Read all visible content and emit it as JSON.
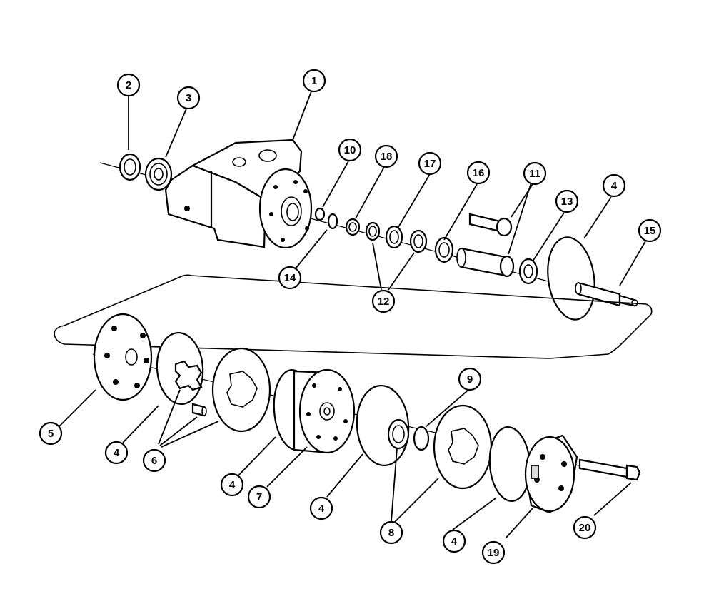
{
  "diagram": {
    "type": "exploded-parts-view",
    "line_color": "#000000",
    "background_color": "#ffffff",
    "callouts": [
      {
        "id": "c1",
        "label": "1",
        "part": "housing"
      },
      {
        "id": "c2",
        "label": "2",
        "part": "seal"
      },
      {
        "id": "c3",
        "label": "3",
        "part": "bearing"
      },
      {
        "id": "c10",
        "label": "10",
        "part": "ring"
      },
      {
        "id": "c18",
        "label": "18",
        "part": "washer"
      },
      {
        "id": "c17",
        "label": "17",
        "part": "thrust-bearing"
      },
      {
        "id": "c16",
        "label": "16",
        "part": "bearing"
      },
      {
        "id": "c11",
        "label": "11",
        "part": "pin-and-spacer"
      },
      {
        "id": "c13",
        "label": "13",
        "part": "bearing"
      },
      {
        "id": "c4a",
        "label": "4",
        "part": "o-ring"
      },
      {
        "id": "c15",
        "label": "15",
        "part": "shaft"
      },
      {
        "id": "c14",
        "label": "14",
        "part": "retaining-ring"
      },
      {
        "id": "c12",
        "label": "12",
        "part": "thrust-washers"
      },
      {
        "id": "c5",
        "label": "5",
        "part": "wear-plate"
      },
      {
        "id": "c4b",
        "label": "4",
        "part": "o-ring"
      },
      {
        "id": "c6",
        "label": "6",
        "part": "drive-and-rotor"
      },
      {
        "id": "c4c",
        "label": "4",
        "part": "o-ring"
      },
      {
        "id": "c7",
        "label": "7",
        "part": "valve"
      },
      {
        "id": "c4d",
        "label": "4",
        "part": "o-ring"
      },
      {
        "id": "c9",
        "label": "9",
        "part": "seal"
      },
      {
        "id": "c8",
        "label": "8",
        "part": "spacer-and-rotor"
      },
      {
        "id": "c4e",
        "label": "4",
        "part": "o-ring"
      },
      {
        "id": "c19",
        "label": "19",
        "part": "end-cap"
      },
      {
        "id": "c20",
        "label": "20",
        "part": "bolt"
      }
    ]
  }
}
